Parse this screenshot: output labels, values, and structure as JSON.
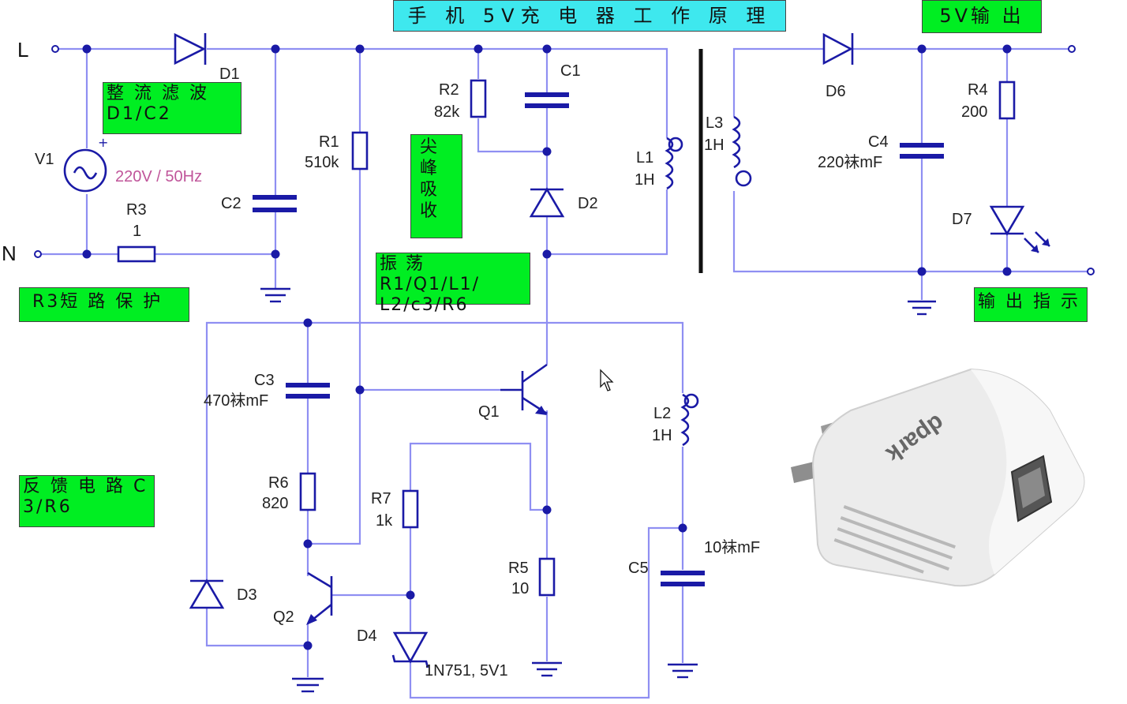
{
  "title": "手 机 5V充 电 器 工 作 原 理",
  "output_title": "5V输 出",
  "annotations": {
    "rectifier": "整 流 滤 波 D1/C2",
    "spike": "尖峰吸收",
    "oscillator": "振 荡 R1/Q1/L1/ L2/c3/R6",
    "r3_protect": "R3短 路 保 护",
    "feedback": "反 馈 电 路 C 3/R6",
    "indicator": "输 出 指 示"
  },
  "terminals": {
    "l": "L",
    "n": "N"
  },
  "components": {
    "d1": "D1",
    "d2": "D2",
    "d3": "D3",
    "d4": "D4",
    "d6": "D6",
    "d7": "D7",
    "v1": "V1",
    "v1_value": "220V / 50Hz",
    "r1": "R1",
    "r1_value": "510k",
    "r2": "R2",
    "r2_value": "82k",
    "r3": "R3",
    "r3_value": "1",
    "r4": "R4",
    "r4_value": "200",
    "r5": "R5",
    "r5_value": "10",
    "r6": "R6",
    "r6_value": "820",
    "r7": "R7",
    "r7_value": "1k",
    "c1": "C1",
    "c2": "C2",
    "c3": "C3",
    "c3_value": "470袜mF",
    "c4": "C4",
    "c4_value": "220袜mF",
    "c5": "C5",
    "c5_value": "10袜mF",
    "l1": "L1",
    "l1_value": "1H",
    "l2": "L2",
    "l2_value": "1H",
    "l3": "L3",
    "l3_value": "1H",
    "q1": "Q1",
    "q2": "Q2",
    "d4_value": "1N751, 5V1"
  },
  "charger": {
    "brand": "dpark"
  },
  "colors": {
    "wire": "#8f8ff2",
    "component": "#1a1aa6",
    "label_bg": "#00ee22",
    "title_bg": "#3ee8ee",
    "source_value": "#c0559a"
  },
  "icons": [
    "ac-source-icon",
    "mouse-cursor-icon",
    "led-light-icon"
  ]
}
